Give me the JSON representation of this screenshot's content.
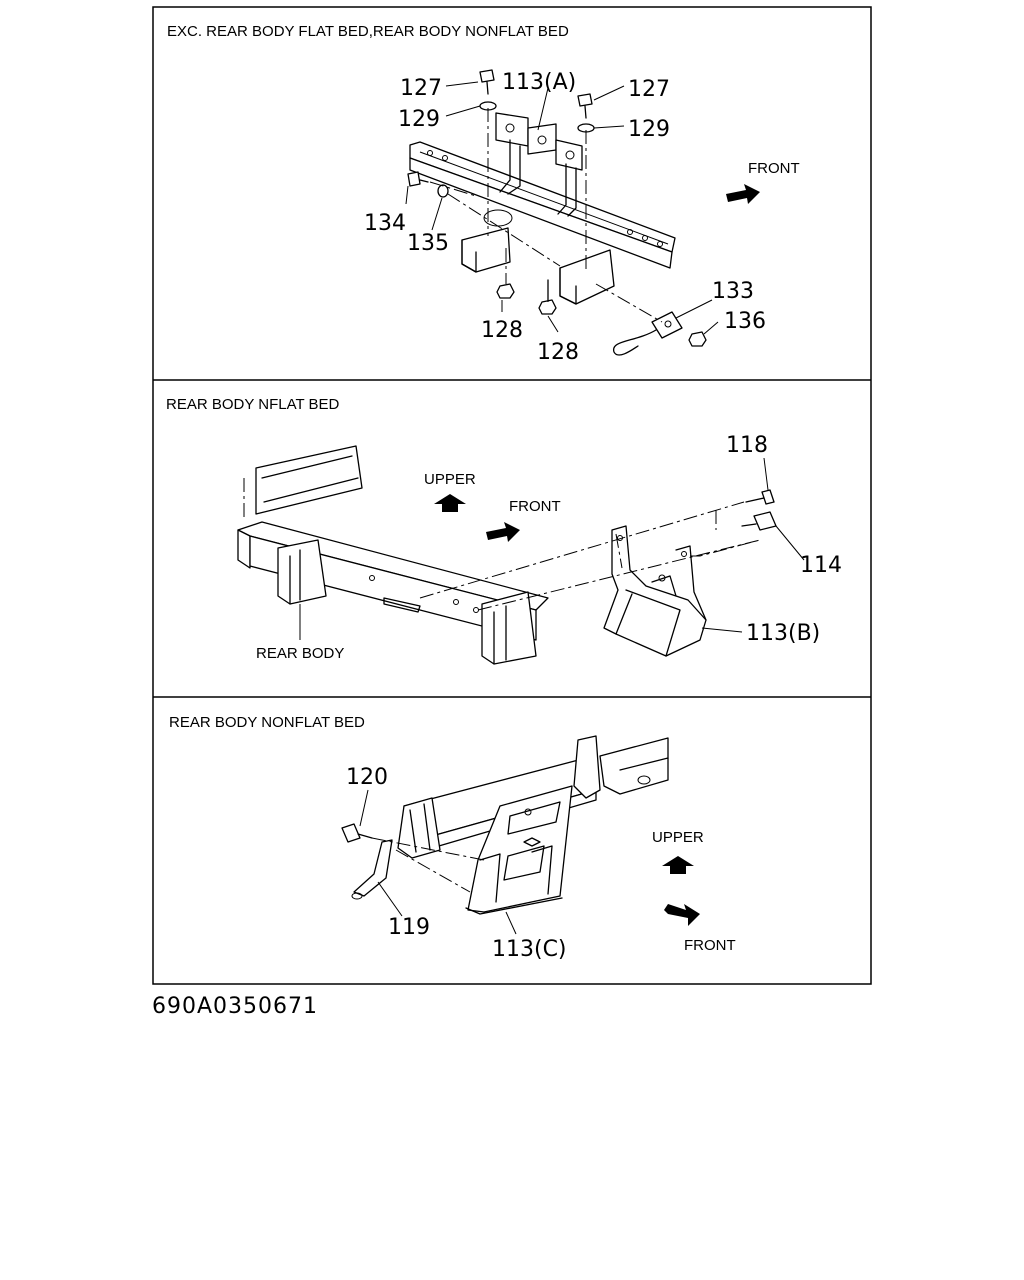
{
  "panels": [
    {
      "title": "EXC. REAR BODY FLAT BED,REAR BODY NONFLAT BED",
      "callouts": [
        "127",
        "113(A)",
        "127",
        "129",
        "129",
        "134",
        "135",
        "128",
        "128",
        "133",
        "136"
      ],
      "directions": [
        "FRONT"
      ]
    },
    {
      "title": "REAR BODY NFLAT BED",
      "callouts": [
        "118",
        "114",
        "113(B)"
      ],
      "labels": [
        "REAR BODY"
      ],
      "directions": [
        "UPPER",
        "FRONT"
      ]
    },
    {
      "title": "REAR BODY NONFLAT BED",
      "callouts": [
        "120",
        "119",
        "113(C)"
      ],
      "directions": [
        "UPPER",
        "FRONT"
      ]
    }
  ],
  "figure_code": "690A0350671"
}
